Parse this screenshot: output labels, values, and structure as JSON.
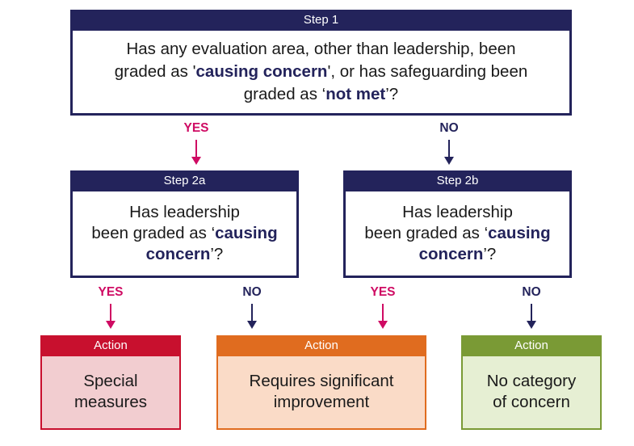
{
  "colors": {
    "navy": "#23235b",
    "magenta": "#cf0b63",
    "red": "#c8102e",
    "orange": "#e06c1f",
    "green": "#7a9a35"
  },
  "step1": {
    "header": "Step 1",
    "line1": "Has any evaluation area, other than leadership, been",
    "line2_pre": "graded as '",
    "line2_bold": "causing concern",
    "line2_post": "', or has safeguarding been",
    "line3_pre": "graded as ‘",
    "line3_bold": "not met",
    "line3_post": "’?"
  },
  "branch1": {
    "yes": "YES",
    "no": "NO"
  },
  "step2a": {
    "header": "Step 2a",
    "line1": "Has leadership",
    "line2_pre": "been graded as ‘",
    "line2_bold": "causing",
    "line3_bold": "concern",
    "line3_post": "’?",
    "yes": "YES",
    "no": "NO"
  },
  "step2b": {
    "header": "Step 2b",
    "line1": "Has leadership",
    "line2_pre": "been graded as ‘",
    "line2_bold": "causing",
    "line3_bold": "concern",
    "line3_post": "’?",
    "yes": "YES",
    "no": "NO"
  },
  "actions": {
    "special": {
      "header": "Action",
      "line1": "Special",
      "line2": "measures"
    },
    "significant": {
      "header": "Action",
      "line1": "Requires significant",
      "line2": "improvement"
    },
    "none": {
      "header": "Action",
      "line1": "No category",
      "line2": "of concern"
    }
  }
}
